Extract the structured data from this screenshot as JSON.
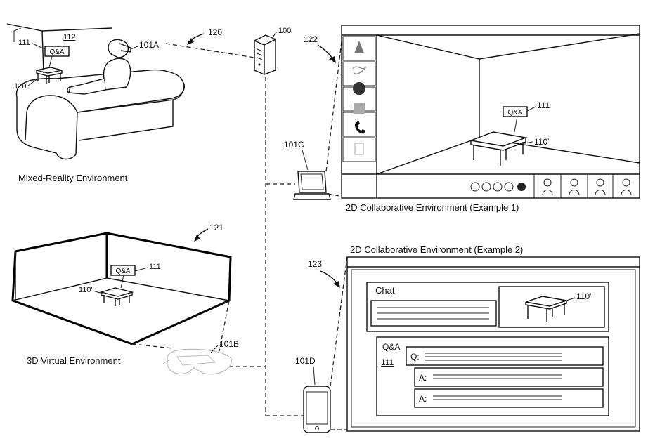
{
  "refs": {
    "r100": "100",
    "r120": "120",
    "r121": "121",
    "r122": "122",
    "r123": "123",
    "r101a": "101A",
    "r101b": "101B",
    "r101c": "101C",
    "r101d": "101D",
    "r111_mr": "111",
    "r112": "112",
    "r110": "110",
    "r111_vr": "111",
    "r110p_vr": "110'",
    "r111_ex1": "111",
    "r110p_ex1": "110'",
    "r110p_ex2": "110'"
  },
  "tags": {
    "qa_mr": "Q&A",
    "qa_vr": "Q&A",
    "qa_ex1": "Q&A"
  },
  "captions": {
    "mixed_reality": "Mixed-Reality Environment",
    "virtual": "3D Virtual Environment",
    "collab1": "2D Collaborative Environment (Example 1)",
    "collab2": "2D Collaborative Environment (Example 2)"
  },
  "example2": {
    "chat_label": "Chat",
    "qa_label": "Q&A",
    "qa_ref": "111",
    "q_prefix": "Q:",
    "a1_prefix": "A:",
    "a2_prefix": "A:"
  }
}
